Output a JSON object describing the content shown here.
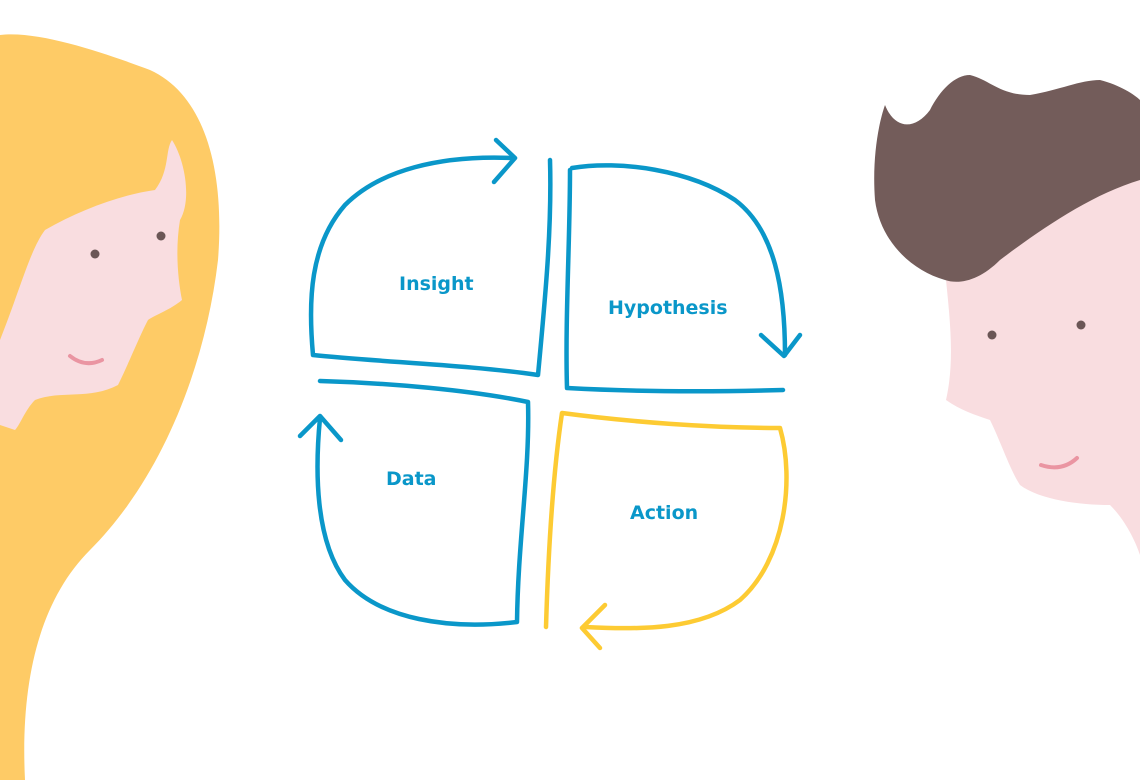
{
  "cycle": {
    "steps": [
      {
        "label": "Insight"
      },
      {
        "label": "Hypothesis"
      },
      {
        "label": "Action"
      },
      {
        "label": "Data"
      }
    ]
  },
  "colors": {
    "blue": "#0a97c9",
    "yellow": "#fdcb33",
    "woman_hair": "#fecb66",
    "skin": "#f9dde0",
    "man_hair": "#735c5a",
    "eye": "#6b5656",
    "smile": "#ea95a2"
  }
}
